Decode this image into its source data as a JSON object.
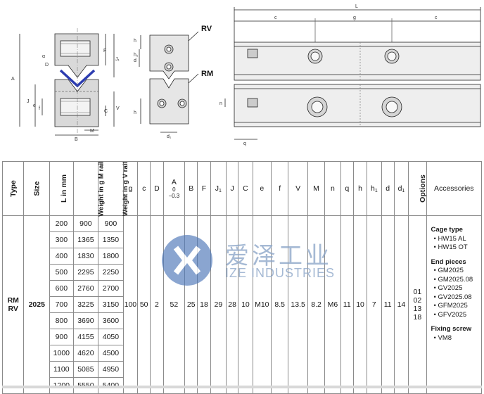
{
  "drawings": {
    "label_rv": "RV",
    "label_rm": "RM",
    "dims_left": [
      "A",
      "F",
      "J",
      "J₁",
      "e",
      "f",
      "M",
      "B",
      "C",
      "V",
      "α",
      "D"
    ],
    "dims_mid": [
      "h",
      "h₁",
      "d",
      "d₁",
      "h"
    ],
    "dims_right": [
      "L",
      "c",
      "g",
      "c",
      "n",
      "q"
    ]
  },
  "table": {
    "headers": {
      "type": "Type",
      "size": "Size",
      "l_mm": "L in mm",
      "weight_m": "Weight in g M rail",
      "weight_v": "Weight in g V rail",
      "g": "g",
      "c": "c",
      "D": "D",
      "A": "A",
      "A_tol1": "0",
      "A_tol2": "−0.3",
      "B": "B",
      "F": "F",
      "J1": "J",
      "J1_sub": "1",
      "J": "J",
      "C": "C",
      "e": "e",
      "f": "f",
      "V": "V",
      "M": "M",
      "n": "n",
      "q": "q",
      "h": "h",
      "h1": "h",
      "h1_sub": "1",
      "d": "d",
      "d1": "d",
      "d1_sub": "1",
      "options": "Options",
      "accessories": "Accessories"
    },
    "type_line1": "RM",
    "type_line2": "RV",
    "size": "2025",
    "lengths": [
      "200",
      "300",
      "400",
      "500",
      "600",
      "700",
      "800",
      "900",
      "1000",
      "1100",
      "1200"
    ],
    "weight_m": [
      "900",
      "1365",
      "1830",
      "2295",
      "2760",
      "3225",
      "3690",
      "4155",
      "4620",
      "5085",
      "5550"
    ],
    "weight_v": [
      "900",
      "1350",
      "1800",
      "2250",
      "2700",
      "3150",
      "3600",
      "4050",
      "4500",
      "4950",
      "5400"
    ],
    "values": {
      "g": "100",
      "c": "50",
      "D": "2",
      "A": "52",
      "B": "25",
      "F": "18",
      "J1": "29",
      "J": "28",
      "C": "10",
      "e": "M10",
      "f": "8.5",
      "V": "13.5",
      "M": "8.2",
      "n": "M6",
      "q": "11",
      "h": "10",
      "h1": "7",
      "d": "11",
      "d1": "14"
    },
    "options": [
      "01",
      "02",
      "13",
      "18"
    ],
    "accessories": {
      "cage_title": "Cage type",
      "cage_items": [
        "HW15 AL",
        "HW15 OT"
      ],
      "end_title": "End pieces",
      "end_items": [
        "GM2025",
        "GM2025.08",
        "GV2025",
        "GV2025.08",
        "GFM2025",
        "GFV2025"
      ],
      "screw_title": "Fixing screw",
      "screw_items": [
        "VM8"
      ]
    }
  },
  "watermark": {
    "cn": "爱泽工业",
    "en": "IZE INDUSTRIES"
  }
}
